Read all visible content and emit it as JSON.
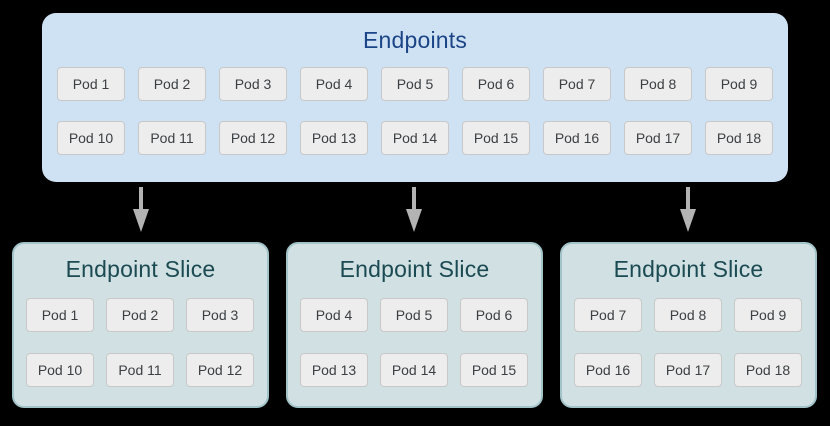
{
  "diagram": {
    "endpoints": {
      "title": "Endpoints",
      "pods": [
        "Pod 1",
        "Pod 2",
        "Pod 3",
        "Pod 4",
        "Pod 5",
        "Pod 6",
        "Pod 7",
        "Pod 8",
        "Pod 9",
        "Pod 10",
        "Pod 11",
        "Pod 12",
        "Pod 13",
        "Pod 14",
        "Pod 15",
        "Pod 16",
        "Pod 17",
        "Pod 18"
      ]
    },
    "slices": [
      {
        "title": "Endpoint Slice",
        "pods": [
          "Pod 1",
          "Pod 2",
          "Pod 3",
          "Pod 10",
          "Pod 11",
          "Pod 12"
        ]
      },
      {
        "title": "Endpoint Slice",
        "pods": [
          "Pod 4",
          "Pod 5",
          "Pod 6",
          "Pod 13",
          "Pod 14",
          "Pod 15"
        ]
      },
      {
        "title": "Endpoint Slice",
        "pods": [
          "Pod 7",
          "Pod 8",
          "Pod 9",
          "Pod 16",
          "Pod 17",
          "Pod 18"
        ]
      }
    ],
    "colors": {
      "background": "#000000",
      "endpoints_fill": "#cfe2f3",
      "endpoints_title": "#1c4587",
      "slice_fill": "#d0e0e3",
      "slice_border": "#a2c4c9",
      "slice_title": "#1b4a52",
      "pod_fill": "#ededed",
      "pod_border": "#c8c8c8",
      "pod_text": "#3c4043",
      "arrow": "#b3b3b3"
    }
  }
}
